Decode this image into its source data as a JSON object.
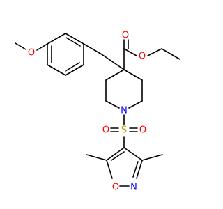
{
  "molecule": {
    "colors": {
      "carbon_bond": "#000000",
      "oxygen": "#ff0000",
      "nitrogen": "#0000ff",
      "sulfur": "#b3a100",
      "background": "#ffffff"
    },
    "atoms": [
      {
        "id": "o_methoxy",
        "label": "O",
        "element": "O"
      },
      {
        "id": "o_ester_carbonyl",
        "label": "O",
        "element": "O"
      },
      {
        "id": "o_ester_ether",
        "label": "O",
        "element": "O"
      },
      {
        "id": "n_piperidine",
        "label": "N",
        "element": "N"
      },
      {
        "id": "s_sulfonyl",
        "label": "S",
        "element": "S"
      },
      {
        "id": "o_sulfonyl_left",
        "label": "O",
        "element": "O"
      },
      {
        "id": "o_sulfonyl_right",
        "label": "O",
        "element": "O"
      },
      {
        "id": "o_isoxazole",
        "label": "O",
        "element": "O"
      },
      {
        "id": "n_isoxazole",
        "label": "N",
        "element": "N"
      }
    ]
  }
}
